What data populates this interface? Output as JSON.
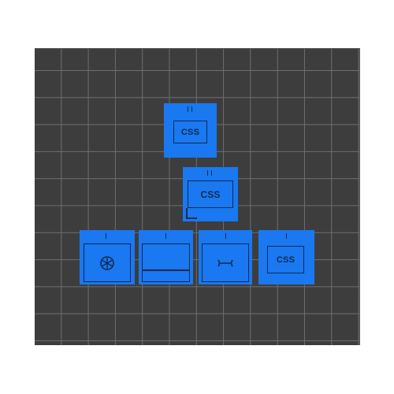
{
  "canvas": {
    "background": "#3d3d3d",
    "grid_color": "#6e6e6e"
  },
  "tiles": {
    "color": "#1a78f0",
    "stroke": "#0d2b55",
    "top": {
      "label": "CSS"
    },
    "middle": {
      "label": "CSS"
    },
    "bottom": [
      {
        "icon": "asterisk-circle-icon"
      },
      {
        "icon": "horizontal-rule-icon"
      },
      {
        "icon": "bracket-span-icon"
      },
      {
        "label": "CSS"
      }
    ]
  }
}
